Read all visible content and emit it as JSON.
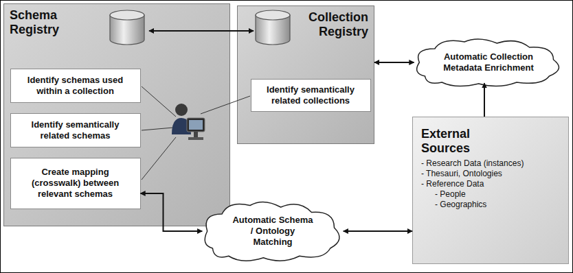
{
  "diagram": {
    "nodes": [
      {
        "text": [
          "Schema Registry"
        ]
      },
      {
        "text": [
          "Identify schemas used within a collection"
        ],
        "in": 0
      },
      {
        "text": [
          "Identify semantically related schemas"
        ],
        "in": 0
      },
      {
        "text": [
          "Create mapping (crosswalk) between relevant schemas"
        ],
        "in": 0
      },
      {
        "text": [
          "Collection Registry"
        ]
      },
      {
        "text": [
          "Identify semantically related collections"
        ],
        "in": 4
      },
      {
        "text": [
          "Automatic Collection Metadata Enrichment"
        ]
      },
      {
        "text": [
          "External Sources",
          "- Research Data (instances)",
          "- Thesauri, Ontologies",
          "- Reference Data",
          "- People",
          "- Geographics"
        ]
      },
      {
        "text": [
          "Automatic Schema / Ontology Matching"
        ]
      }
    ],
    "edges": [
      {
        "from": 0,
        "to": 4,
        "arrow": "both"
      },
      {
        "from": 4,
        "to": 6,
        "arrow": "both"
      },
      {
        "from": 7,
        "to": 6,
        "arrow": "to"
      },
      {
        "from": 3,
        "to": 8,
        "arrow": "both"
      },
      {
        "from": 8,
        "to": 7,
        "arrow": "both"
      }
    ]
  }
}
